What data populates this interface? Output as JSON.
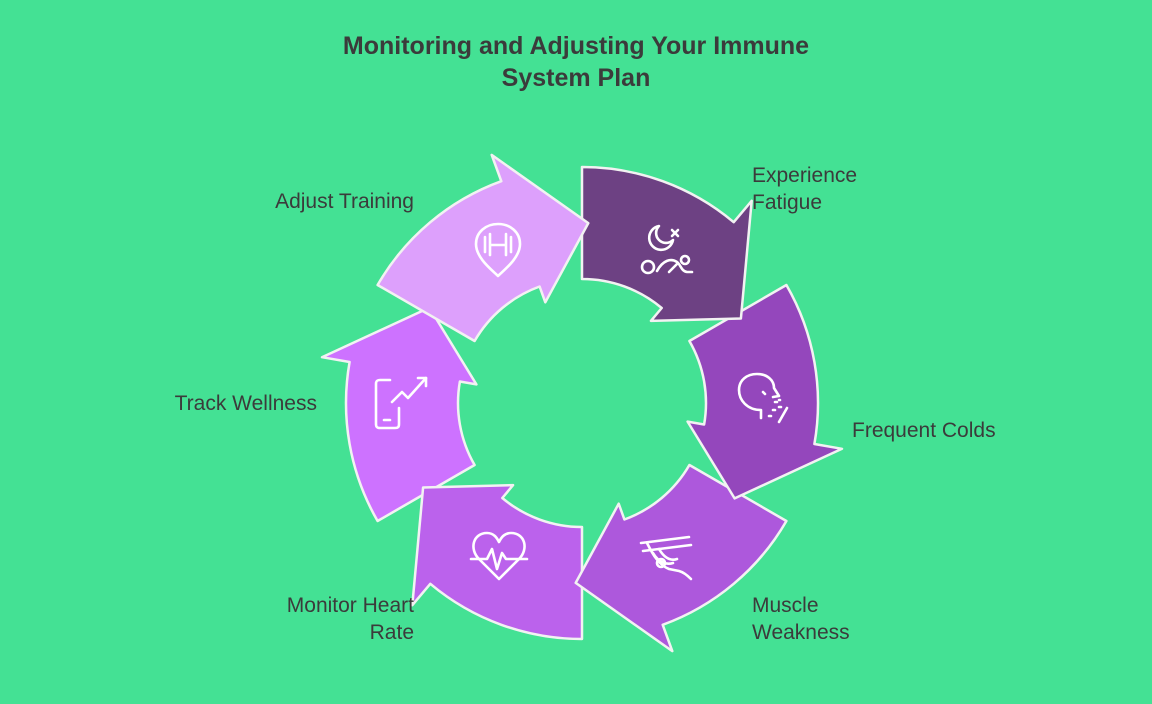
{
  "title": {
    "line1": "Monitoring and Adjusting Your Immune",
    "line2": "System Plan"
  },
  "colors": {
    "background": "#44e194",
    "text": "#3b3b3b",
    "outline": "#f2f2f2",
    "icon": "#ffffff"
  },
  "steps": [
    {
      "name": "experience-fatigue",
      "lines": [
        "Experience",
        "Fatigue"
      ],
      "icon": "moon-person-lying-icon",
      "color": "#6d4183"
    },
    {
      "name": "frequent-colds",
      "lines": [
        "Frequent Colds"
      ],
      "icon": "sneezing-face-icon",
      "color": "#9447bc"
    },
    {
      "name": "muscle-weakness",
      "lines": [
        "Muscle",
        "Weakness"
      ],
      "icon": "weak-hand-icon",
      "color": "#ad58dc"
    },
    {
      "name": "monitor-heart-rate",
      "lines": [
        "Monitor Heart",
        "Rate"
      ],
      "icon": "heart-pulse-icon",
      "color": "#bb62ec"
    },
    {
      "name": "track-wellness",
      "lines": [
        "Track Wellness"
      ],
      "icon": "phone-trend-up-icon",
      "color": "#cd72ff"
    },
    {
      "name": "adjust-training",
      "lines": [
        "Adjust Training"
      ],
      "icon": "dumbbell-pin-icon",
      "color": "#dda0fc"
    }
  ]
}
